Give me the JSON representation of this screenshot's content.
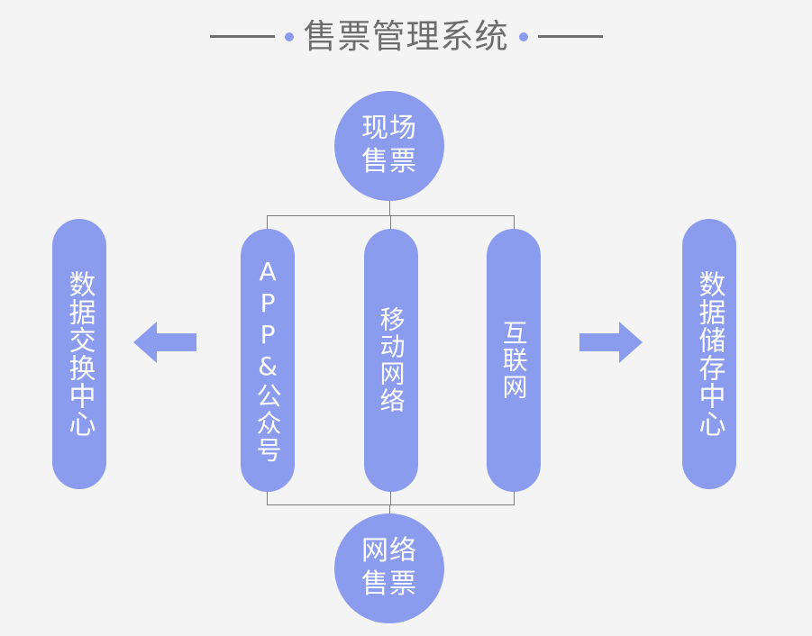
{
  "page": {
    "background_color": "#f4f4f4",
    "accent_color": "#8b9bee",
    "line_color": "#7d7d7d",
    "title_color": "#6d6d6d"
  },
  "header": {
    "title": "售票管理系统",
    "left_rule": "—",
    "right_rule": "—",
    "left_dot": "bullet",
    "right_dot": "bullet"
  },
  "diagram": {
    "type": "flow-diagram",
    "nodes": {
      "top_circle": {
        "label": "现场售票",
        "line1": "现场",
        "line2": "售票",
        "shape": "circle"
      },
      "bottom_circle": {
        "label": "网络售票",
        "line1": "网络",
        "line2": "售票",
        "shape": "circle"
      },
      "channel_app": {
        "label": "APP&公众号",
        "shape": "pill-vertical"
      },
      "channel_mobile": {
        "label": "移动网络",
        "shape": "pill-vertical"
      },
      "channel_internet": {
        "label": "互联网",
        "shape": "pill-vertical"
      },
      "left_center": {
        "label": "数据交换中心",
        "shape": "pill-vertical"
      },
      "right_center": {
        "label": "数据储存中心",
        "shape": "pill-vertical"
      }
    },
    "arrows": {
      "left": {
        "direction": "left",
        "target": "数据交换中心"
      },
      "right": {
        "direction": "right",
        "target": "数据储存中心"
      }
    },
    "connectors": [
      {
        "name": "top-bracket",
        "from": "现场售票",
        "to": [
          "APP&公众号",
          "移动网络",
          "互联网"
        ]
      },
      {
        "name": "bottom-bracket",
        "from": [
          "APP&公众号",
          "移动网络",
          "互联网"
        ],
        "to": "网络售票"
      }
    ]
  }
}
